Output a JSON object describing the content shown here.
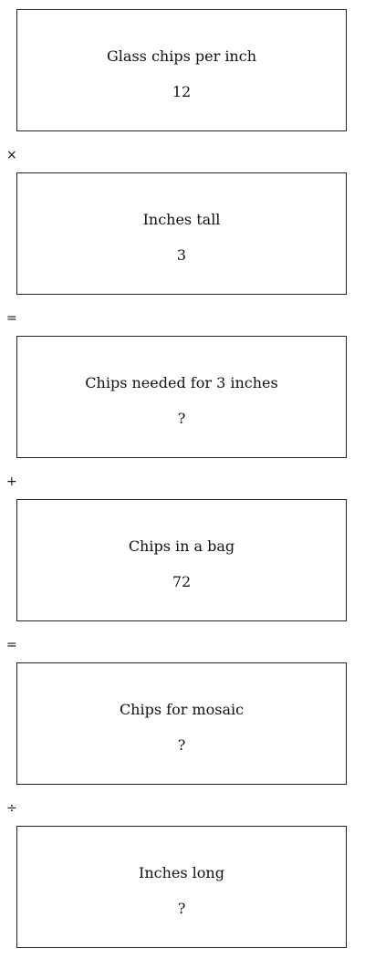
{
  "steps": [
    {
      "label": "Glass chips per inch",
      "value": "12"
    },
    {
      "label": "Inches tall",
      "value": "3"
    },
    {
      "label": "Chips needed for 3 inches",
      "value": "?"
    },
    {
      "label": "Chips in a bag",
      "value": "72"
    },
    {
      "label": "Chips for mosaic",
      "value": "?"
    },
    {
      "label": "Inches long",
      "value": "?"
    }
  ],
  "operators": [
    "×",
    "=",
    "+",
    "=",
    "÷"
  ]
}
